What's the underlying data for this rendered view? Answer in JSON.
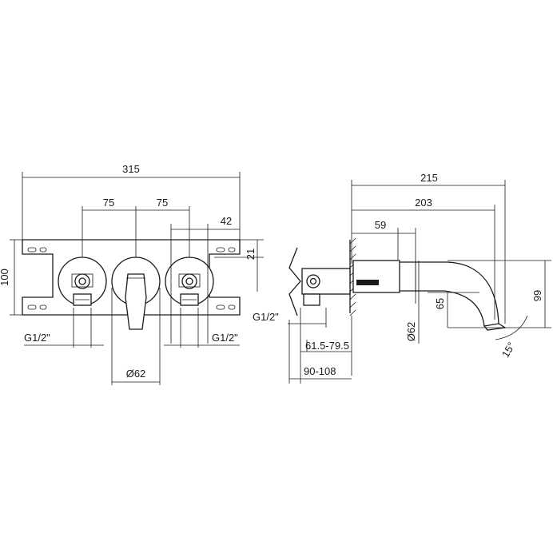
{
  "dimensions": {
    "front_width": "315",
    "front_left_spacing": "75",
    "front_right_spacing": "75",
    "front_offset": "42",
    "front_height": "100",
    "front_top_offset": "21",
    "front_thread_left": "G1/2\"",
    "front_thread_right": "G1/2\"",
    "front_diameter": "Ø62",
    "side_total": "215",
    "side_spout": "203",
    "side_plate": "59",
    "side_thread": "G1/2\"",
    "side_diameter": "Ø62",
    "side_depth": "61.5-79.5",
    "side_install": "90-108",
    "side_drop": "65",
    "side_height": "99",
    "side_angle": "15°"
  }
}
